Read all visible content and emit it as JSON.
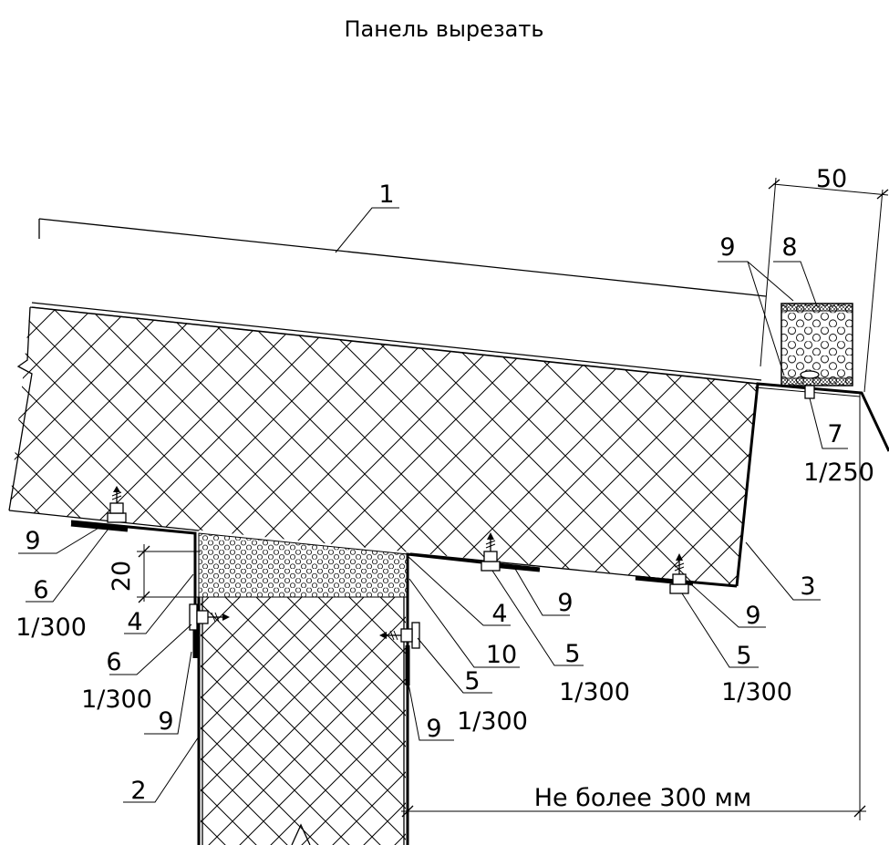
{
  "title": "Панель вырезать",
  "dimensions": {
    "top_width": "50",
    "gap_height": "20",
    "span": "Не более 300 мм"
  },
  "callouts": {
    "c1": "1",
    "c2": "2",
    "c3": "3",
    "c4a": "4",
    "c4b": "4",
    "c5a": "5",
    "c5a_pitch": "1/300",
    "c5b": "5",
    "c5b_pitch": "1/300",
    "c5c": "5",
    "c5c_pitch": "1/300",
    "c6a": "6",
    "c6a_pitch": "1/300",
    "c6b": "6",
    "c6b_pitch": "1/300",
    "c7": "7",
    "c7_pitch": "1/250",
    "c8": "8",
    "c9_top": "9",
    "c9_left": "9",
    "c9_mid": "9",
    "c9_right": "9",
    "c9_low_left": "9",
    "c9_low_mid": "9",
    "c10": "10"
  },
  "colors": {
    "line": "#000000",
    "background": "#ffffff"
  }
}
